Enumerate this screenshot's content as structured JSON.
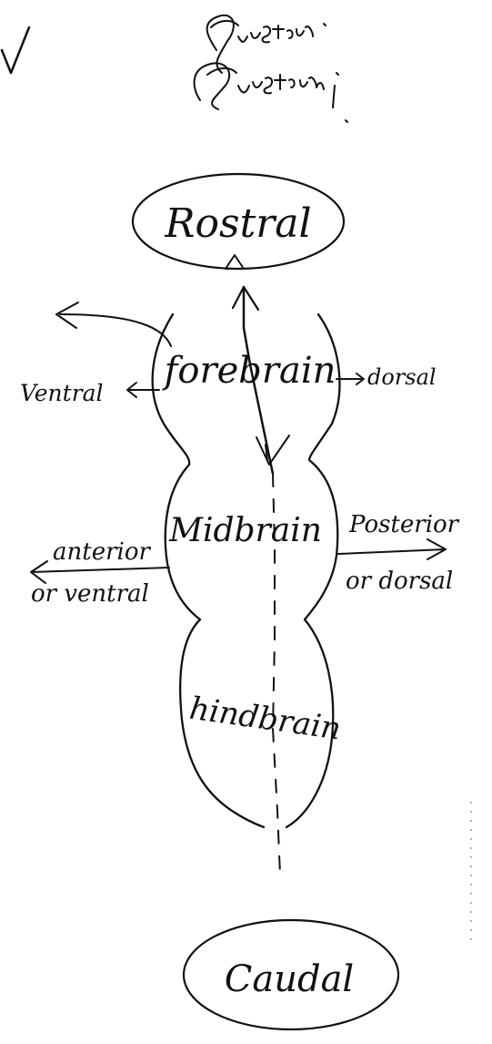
{
  "signature": "Bustami Bustami",
  "check_mark": "√",
  "regions": {
    "rostral": "Rostral",
    "forebrain": "forebrain",
    "midbrain": "Midbrain",
    "hindbrain": "hindbrain",
    "caudal": "Caudal"
  },
  "labels": {
    "ventral_left": "Ventral",
    "dorsal_right": "dorsal",
    "anterior": "anterior",
    "or_ventral": "or ventral",
    "posterior": "Posterior",
    "or_dorsal": "or dorsal"
  }
}
